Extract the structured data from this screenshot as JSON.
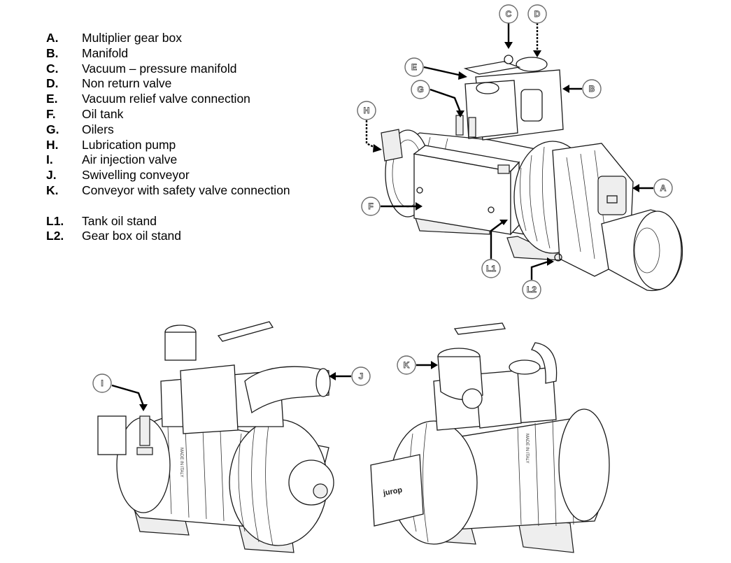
{
  "legend": [
    {
      "code": "A.",
      "label": "Multiplier gear box"
    },
    {
      "code": "B.",
      "label": "Manifold"
    },
    {
      "code": "C.",
      "label": "Vacuum – pressure manifold"
    },
    {
      "code": "D.",
      "label": "Non return valve"
    },
    {
      "code": "E.",
      "label": "Vacuum relief valve connection"
    },
    {
      "code": "F.",
      "label": "Oil tank"
    },
    {
      "code": "G.",
      "label": "Oilers"
    },
    {
      "code": "H.",
      "label": "Lubrication pump"
    },
    {
      "code": "I.",
      "label": "Air injection valve"
    },
    {
      "code": "J.",
      "label": "Swivelling conveyor"
    },
    {
      "code": "K.",
      "label": "Conveyor with safety valve connection"
    },
    {
      "code": "L1.",
      "label": "Tank oil stand"
    },
    {
      "code": "L2.",
      "label": "Gear box oil stand"
    }
  ],
  "callouts": {
    "A": "A",
    "B": "B",
    "C": "C",
    "D": "D",
    "E": "E",
    "F": "F",
    "G": "G",
    "H": "H",
    "I": "I",
    "J": "J",
    "K": "K",
    "L1": "L1",
    "L2": "L2"
  },
  "marks": {
    "brand_plate": "jurop",
    "made_in_italy": "MADE IN ITALY"
  }
}
